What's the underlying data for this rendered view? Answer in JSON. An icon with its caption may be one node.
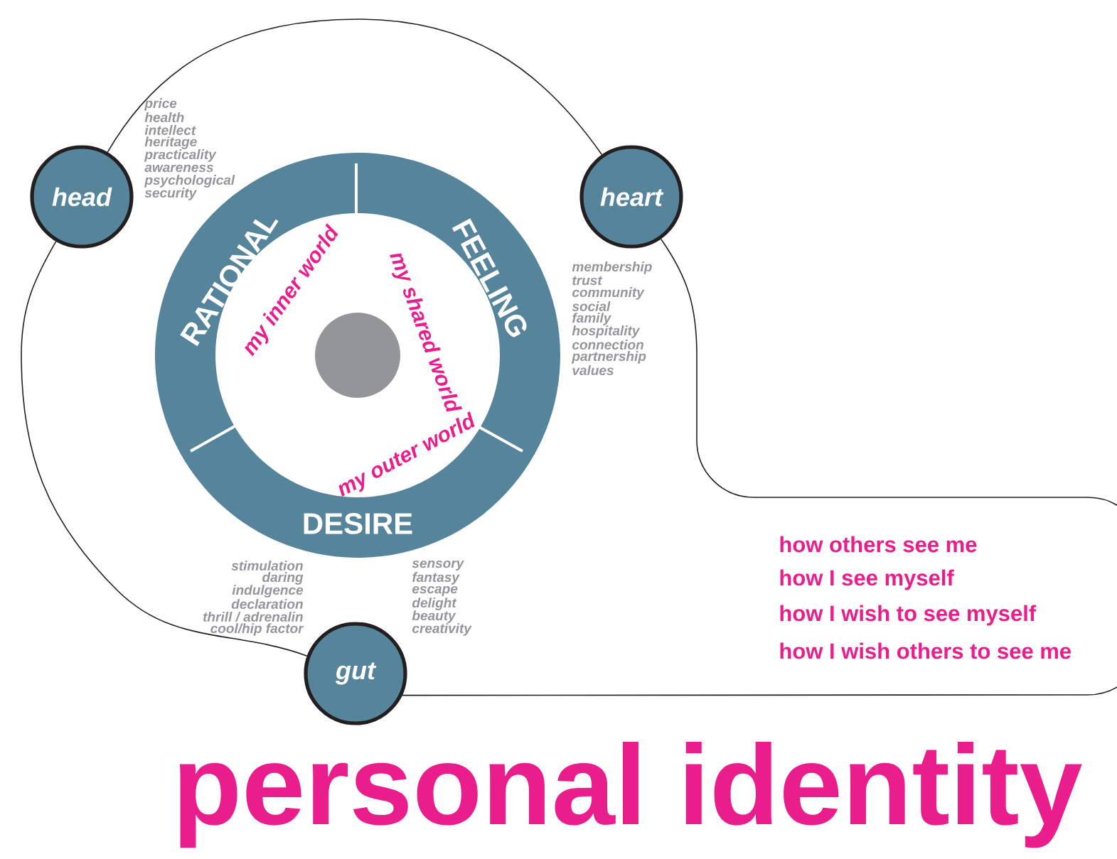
{
  "diagram": {
    "title": "personal identity",
    "nodes": [
      {
        "text": [
          "RATIONAL",
          "FEELING",
          "DESIRE"
        ]
      },
      {
        "text": [
          "my inner world",
          "my shared world",
          "my outer world"
        ],
        "in": 0
      },
      {
        "text": [],
        "shape": "circle",
        "in": 1
      },
      {
        "text": [
          "head"
        ],
        "beside": [
          "price",
          "health",
          "intellect",
          "heritage",
          "practicality",
          "awareness",
          "psychological",
          "security"
        ]
      },
      {
        "text": [
          "heart"
        ],
        "beside": [
          "membership",
          "trust",
          "community",
          "social",
          "family",
          "hospitality",
          "connection",
          "partnership",
          "values"
        ]
      },
      {
        "text": [
          "gut"
        ],
        "beside": [
          "stimulation",
          "daring",
          "indulgence",
          "declaration",
          "thrill / adrenalin",
          "cool/hip factor",
          "sensory",
          "fantasy",
          "escape",
          "delight",
          "beauty",
          "creativity"
        ]
      }
    ],
    "edges": [
      {
        "from": 3,
        "to": 4,
        "arrow": "none"
      },
      {
        "from": 3,
        "to": 5,
        "arrow": "none"
      },
      {
        "from": 4,
        "to": 5,
        "arrow": "none"
      }
    ],
    "labels": [
      "how others see me",
      "how I see myself",
      "how I wish to see myself",
      "how I wish others to see me"
    ]
  }
}
